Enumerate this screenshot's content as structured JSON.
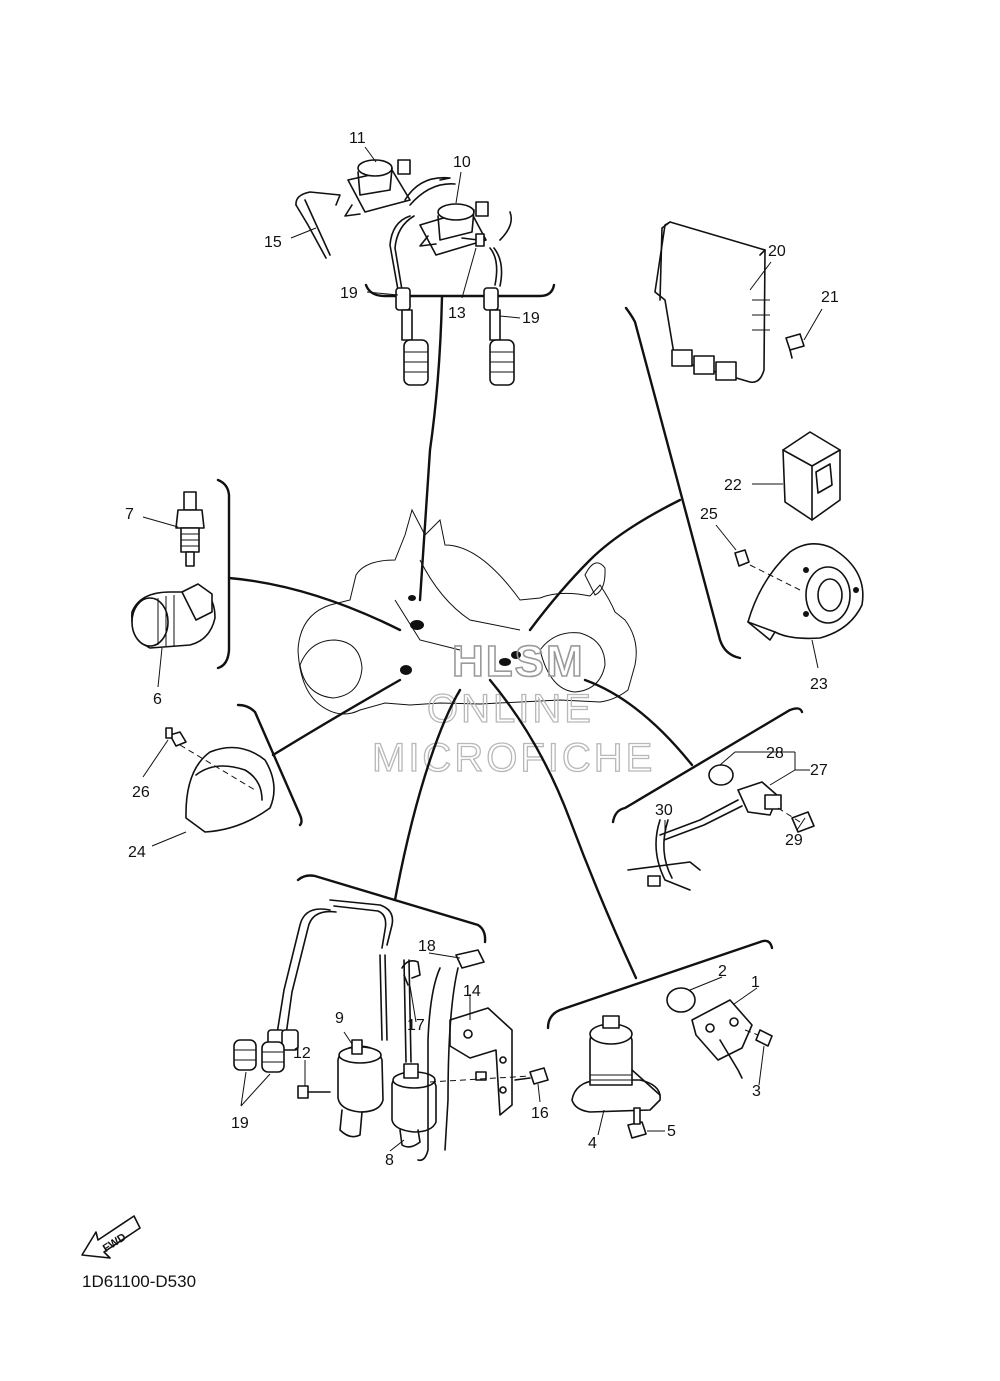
{
  "diagram": {
    "code": "1D61100-D530",
    "fwd_label": "FWD",
    "watermark": [
      "HLSM",
      "ONLINE",
      "MICROFICHE"
    ],
    "callouts": {
      "c1": "1",
      "c2": "2",
      "c3": "3",
      "c4": "4",
      "c5": "5",
      "c6": "6",
      "c7": "7",
      "c8": "8",
      "c9": "9",
      "c10": "10",
      "c11": "11",
      "c12": "12",
      "c13": "13",
      "c14": "14",
      "c15": "15",
      "c16": "16",
      "c17": "17",
      "c18": "18",
      "c19a": "19",
      "c19b": "19",
      "c19c": "19",
      "c20": "20",
      "c21": "21",
      "c22": "22",
      "c23": "23",
      "c24": "24",
      "c25": "25",
      "c26": "26",
      "c27": "27",
      "c28": "28",
      "c29": "29",
      "c30": "30"
    }
  }
}
